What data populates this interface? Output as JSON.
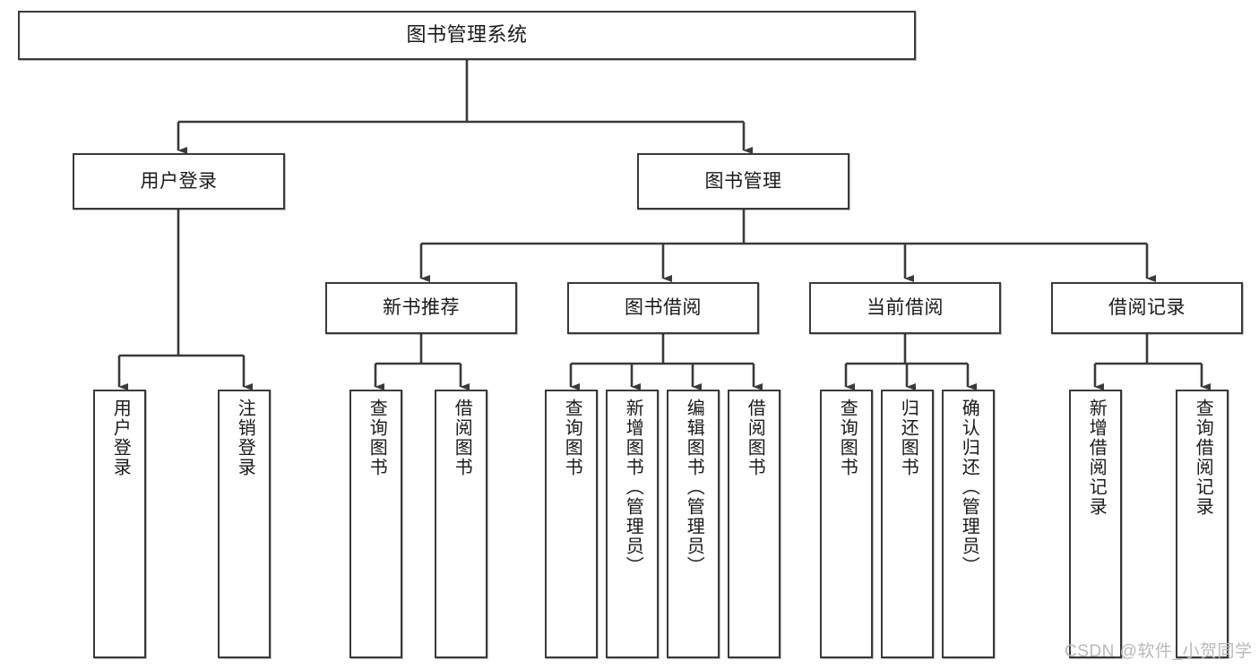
{
  "diagram": {
    "title": "图书管理系统",
    "type": "tree-hierarchy",
    "watermark": "CSDN @软件_小贺同学",
    "colors": {
      "box_border": "#3a3a3a",
      "box_fill": "#ffffff",
      "edge": "#3a3a3a",
      "text": "#1a1a1a",
      "watermark": "#b9b9b9",
      "background": "#ffffff"
    },
    "levels": {
      "root": "图书管理系统",
      "level1": [
        "用户登录",
        "图书管理"
      ],
      "level2": [
        "新书推荐",
        "图书借阅",
        "当前借阅",
        "借阅记录"
      ]
    },
    "nodes": {
      "root": {
        "label": "图书管理系统"
      },
      "user_login": {
        "label": "用户登录"
      },
      "book_manage": {
        "label": "图书管理"
      },
      "new_book_rec": {
        "label": "新书推荐"
      },
      "book_borrow": {
        "label": "图书借阅"
      },
      "current_borrow": {
        "label": "当前借阅"
      },
      "borrow_record": {
        "label": "借阅记录"
      },
      "leaf_user_login": {
        "label": "用户登录"
      },
      "leaf_user_logout": {
        "label": "注销登录"
      },
      "leaf_query_book_a": {
        "label": "查询图书"
      },
      "leaf_borrow_book_a": {
        "label": "借阅图书"
      },
      "leaf_query_book_b": {
        "label": "查询图书"
      },
      "leaf_add_book": {
        "label": "新增图书（管理员）"
      },
      "leaf_edit_book": {
        "label": "编辑图书（管理员）"
      },
      "leaf_borrow_book_b": {
        "label": "借阅图书"
      },
      "leaf_query_book_c": {
        "label": "查询图书"
      },
      "leaf_return_book": {
        "label": "归还图书"
      },
      "leaf_confirm_return": {
        "label": "确认归还（管理员）"
      },
      "leaf_add_record": {
        "label": "新增借阅记录"
      },
      "leaf_query_record": {
        "label": "查询借阅记录"
      }
    }
  }
}
